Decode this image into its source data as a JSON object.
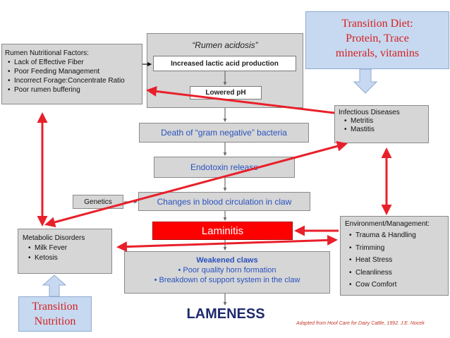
{
  "rumen_acidosis": {
    "title": "“Rumen acidosis”",
    "step1": "Increased lactic acid production",
    "step2": "Lowered pH"
  },
  "rumen_factors": {
    "heading": "Rumen Nutritional Factors:",
    "items": [
      "Lack of Effective Fiber",
      "Poor Feeding Management",
      "Incorrect Forage:Concentrate Ratio",
      "Poor rumen buffering"
    ]
  },
  "transition_diet": {
    "line1": "Transition Diet:",
    "line2": "Protein, Trace",
    "line3": "minerals, vitamins"
  },
  "infectious": {
    "heading": "Infectious Diseases",
    "items": [
      "Metritis",
      "Mastitis"
    ]
  },
  "chain": {
    "death": "Death of “gram negative” bacteria",
    "endotoxin": "Endotoxin release",
    "blood": "Changes in blood circulation in claw",
    "laminitis": "Laminitis",
    "weakened_title": "Weakened claws",
    "weakened_items": [
      "Poor quality horn formation",
      "Breakdown of support system in the claw"
    ],
    "lameness": "LAMENESS"
  },
  "genetics": "Genetics",
  "metabolic": {
    "heading": "Metabolic Disorders",
    "items": [
      "Milk Fever",
      "Ketosis"
    ]
  },
  "environment": {
    "heading": "Environment/Management:",
    "items": [
      "Trauma & Handling",
      "Trimming",
      "Heat Stress",
      "Cleanliness",
      "Cow Comfort"
    ]
  },
  "transition_nutrition": {
    "line1": "Transition",
    "line2": "Nutrition"
  },
  "source_note": "Adapted from Hoof Care for Dairy Cattle, 1992. J.E. Nocek",
  "colors": {
    "arrow_red": "#e8202a",
    "grey_box": "#d6d6d6",
    "callout_blue": "#c6d9f1",
    "chain_text": "#2a52be"
  }
}
